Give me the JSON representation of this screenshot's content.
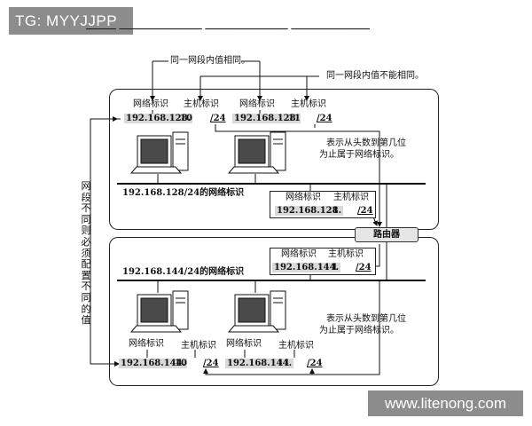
{
  "watermarks": {
    "top_left": "TG: MYYJJPP",
    "bottom_right": "www.litenong.com"
  },
  "top_annotation": {
    "same_value": "同一网段内值相同。",
    "diff_value": "同一网段内值不能相同。"
  },
  "network_a": {
    "host1": {
      "net_label": "网络标识",
      "host_label": "主机标识",
      "net_id": "192.168.128.",
      "host_id": "10",
      "prefix": "/24"
    },
    "host2": {
      "net_label": "网络标识",
      "host_label": "主机标识",
      "net_id": "192.168.128.",
      "host_id": "11",
      "prefix": "/24"
    },
    "network_name": "192.168.128/24的网络标识",
    "prefix_note_1": "表示从头数到第几位",
    "prefix_note_2": "为止属于网络标识。",
    "iface": {
      "net_label": "网络标识",
      "host_label": "主机标识",
      "net_id": "192.168.128.",
      "host_id": "1",
      "prefix": "/24"
    }
  },
  "router_label": "路由器",
  "network_b": {
    "iface": {
      "net_label": "网络标识",
      "host_label": "主机标识",
      "net_id": "192.168.144.",
      "host_id": "1",
      "prefix": "/24"
    },
    "network_name": "192.168.144/24的网络标识",
    "prefix_note_1": "表示从头数到第几位",
    "prefix_note_2": "为止属于网络标识。",
    "host1": {
      "net_label": "网络标识",
      "host_label": "主机标识",
      "net_id": "192.168.144.",
      "host_id": "10",
      "prefix": "/24"
    },
    "host2": {
      "net_label": "网络标识",
      "host_label": "主机标识",
      "net_id": "192.168.144.",
      "host_id": "11",
      "prefix": "/24"
    }
  },
  "side_note": "网段不同则必须配置不同的值"
}
